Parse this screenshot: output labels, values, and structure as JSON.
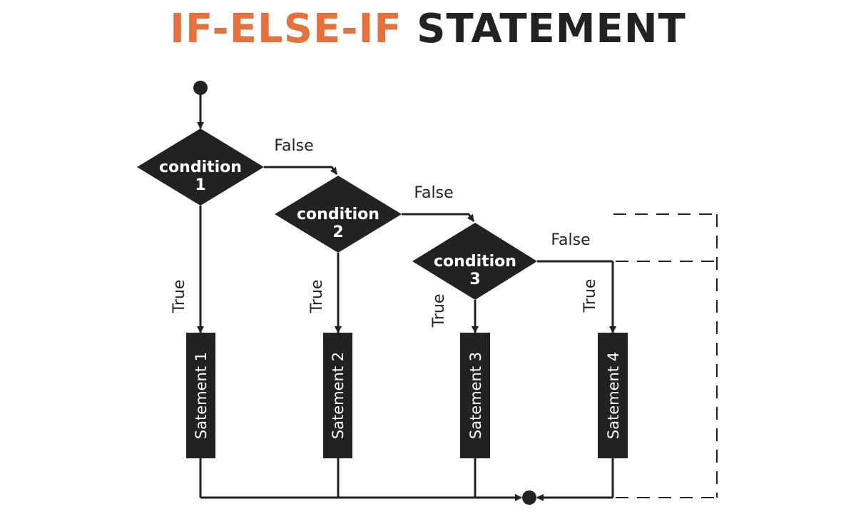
{
  "title": {
    "highlight": "IF-ELSE-IF",
    "rest": "STATEMENT"
  },
  "colors": {
    "accent": "#E8703A",
    "dark": "#222222"
  },
  "conditions": [
    {
      "line1": "condition",
      "line2": "1"
    },
    {
      "line1": "condition",
      "line2": "2"
    },
    {
      "line1": "condition",
      "line2": "3"
    }
  ],
  "statements": [
    "Satement 1",
    "Satement 2",
    "Satement 3",
    "Satement 4"
  ],
  "labels": {
    "true": "True",
    "false": "False"
  }
}
